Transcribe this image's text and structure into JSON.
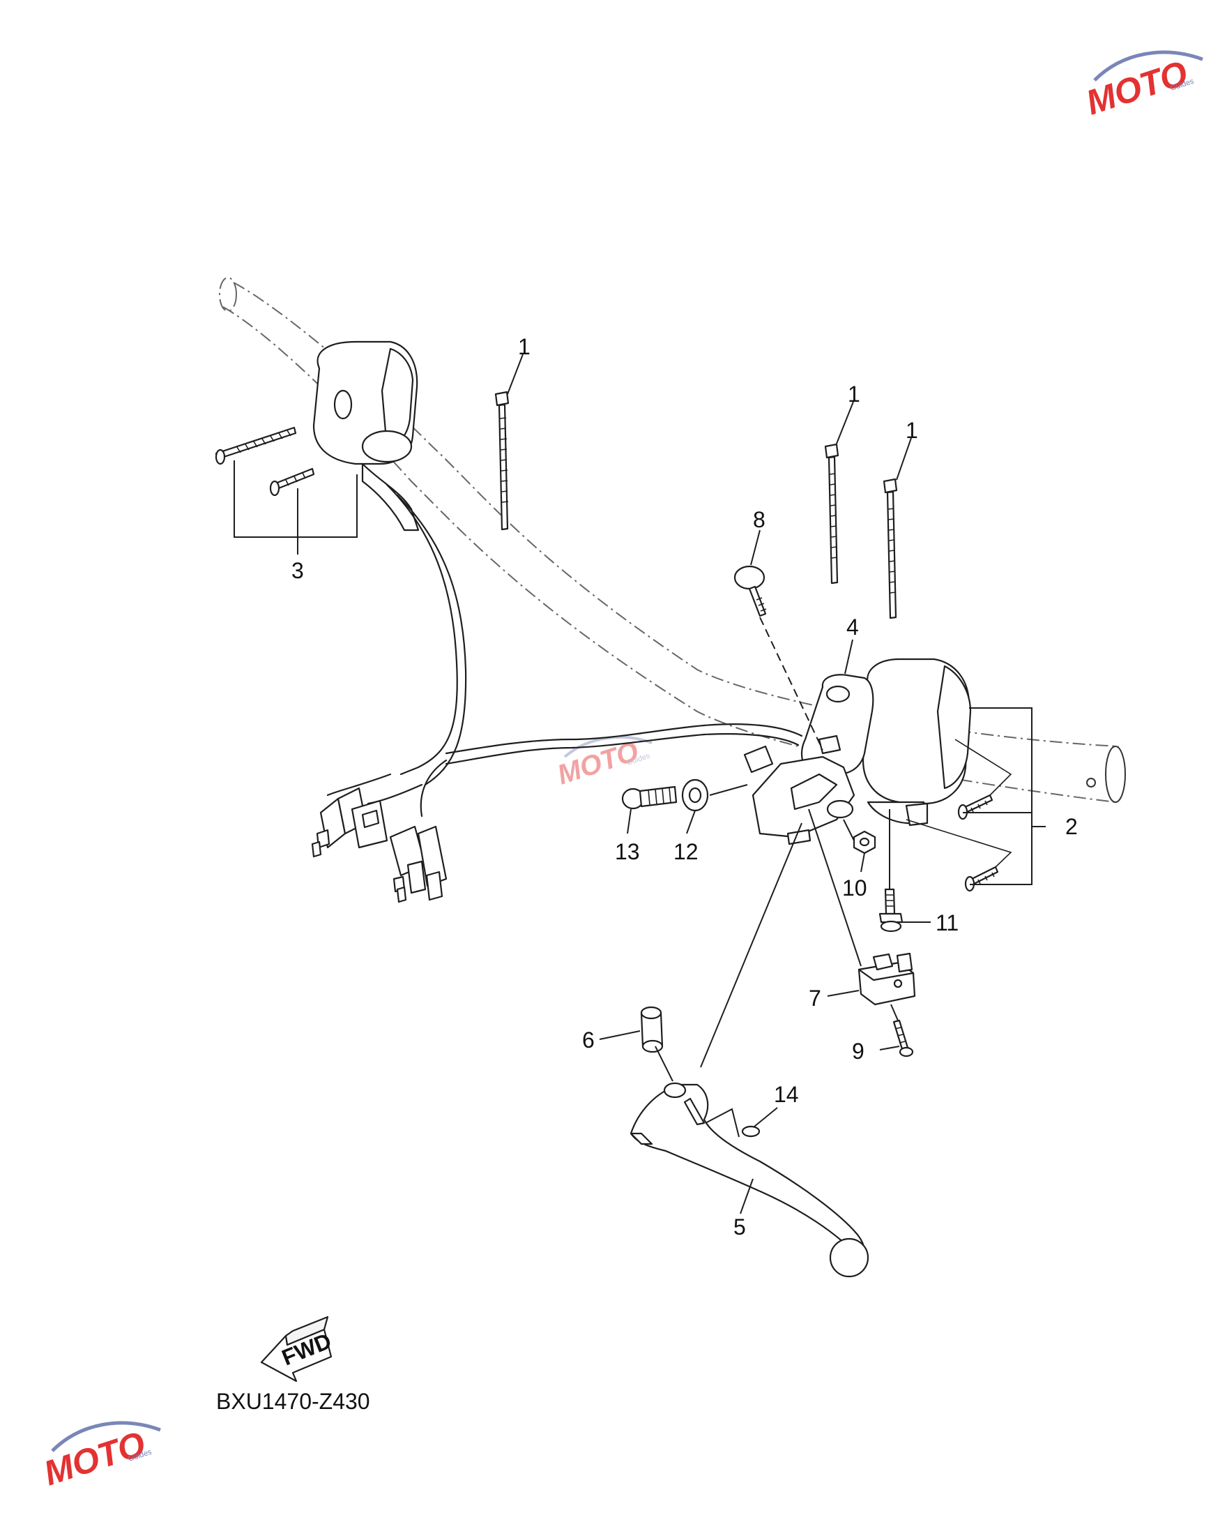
{
  "diagram": {
    "part_code": "BXU1470-Z430",
    "fwd_label": "FWD",
    "callouts": [
      "1",
      "1",
      "1",
      "2",
      "3",
      "4",
      "5",
      "6",
      "7",
      "8",
      "9",
      "10",
      "11",
      "12",
      "13",
      "14"
    ]
  },
  "watermark": {
    "logo_text": "MOTO",
    "logo_subtext": "Guides",
    "colors": {
      "red": "#e33232",
      "blue": "#7a86b8"
    }
  }
}
